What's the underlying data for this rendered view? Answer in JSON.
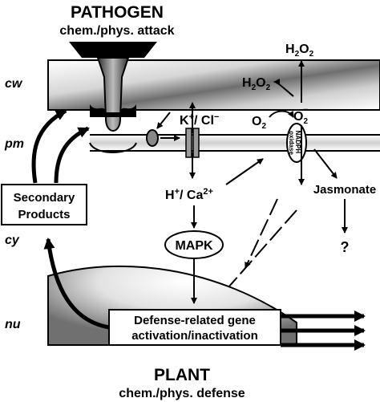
{
  "pathogen": {
    "title": "PATHOGEN",
    "subtitle": "chem./phys. attack"
  },
  "plant": {
    "title": "PLANT",
    "subtitle": "chem./phys. defense"
  },
  "compartments": {
    "cw": "cw",
    "pm": "pm",
    "cy": "cy",
    "nu": "nu"
  },
  "ions": {
    "k": "K",
    "k_sup": "+",
    "cl": "Cl",
    "cl_sup": "−"
  },
  "h2o2_top": {
    "base": "H",
    "sub1": "2",
    "mid": "O",
    "sub2": "2"
  },
  "h2o2_left": {
    "base": "H",
    "sub1": "2",
    "mid": "O",
    "sub2": "2"
  },
  "o2": {
    "base": "O",
    "sub": "2"
  },
  "o2_radical": {
    "base": "O",
    "sub": "2",
    "sup": "−"
  },
  "nadph": {
    "line1": "NADPH",
    "line2": "oxidase"
  },
  "h_ca": {
    "h": "H",
    "h_sup": "+",
    "sep": "/ Ca",
    "ca_sup": "2+"
  },
  "jasmonate": "Jasmonate",
  "question": "?",
  "mapk": "MAPK",
  "secondary": {
    "line1": "Secondary",
    "line2": "Products"
  },
  "defense": {
    "line1": "Defense-related gene",
    "line2": "activation/inactivation"
  }
}
